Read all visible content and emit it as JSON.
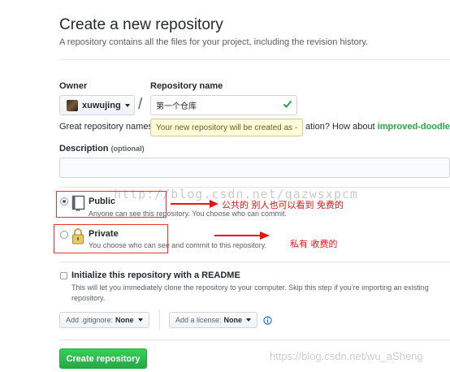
{
  "header": {
    "title": "Create a new repository",
    "subtitle": "A repository contains all the files for your project, including the revision history."
  },
  "owner": {
    "label": "Owner",
    "value": "xuwujing"
  },
  "repo": {
    "label": "Repository name",
    "value": "第一个仓库",
    "tooltip": "Your new repository will be created as -"
  },
  "suggestion": {
    "prefix": "Great repository names",
    "suffix": "ation? How about ",
    "name": "improved-doodle"
  },
  "description": {
    "label": "Description",
    "optional": "(optional)",
    "value": ""
  },
  "visibility": {
    "public": {
      "label": "Public",
      "desc": "Anyone can see this repository. You choose who can commit.",
      "selected": true
    },
    "private": {
      "label": "Private",
      "desc": "You choose who can see and commit to this repository.",
      "selected": false
    }
  },
  "annotations": {
    "public_note": "公共的 别人也可以看到 免费的",
    "private_note": "私有  收费的",
    "color": "#ee1111"
  },
  "watermarks": {
    "top": "http://blog.csdn.net/qazwsxpcm",
    "bottom": "https://blog.csdn.net/wu_aSheng"
  },
  "readme": {
    "label": "Initialize this repository with a README",
    "desc": "This will let you immediately clone the repository to your computer. Skip this step if you’re importing an existing repository.",
    "checked": false
  },
  "gitignore": {
    "label": "Add .gitignore:",
    "value": "None"
  },
  "license": {
    "label": "Add a license:",
    "value": "None"
  },
  "submit": {
    "label": "Create repository",
    "color": "#28a745"
  }
}
